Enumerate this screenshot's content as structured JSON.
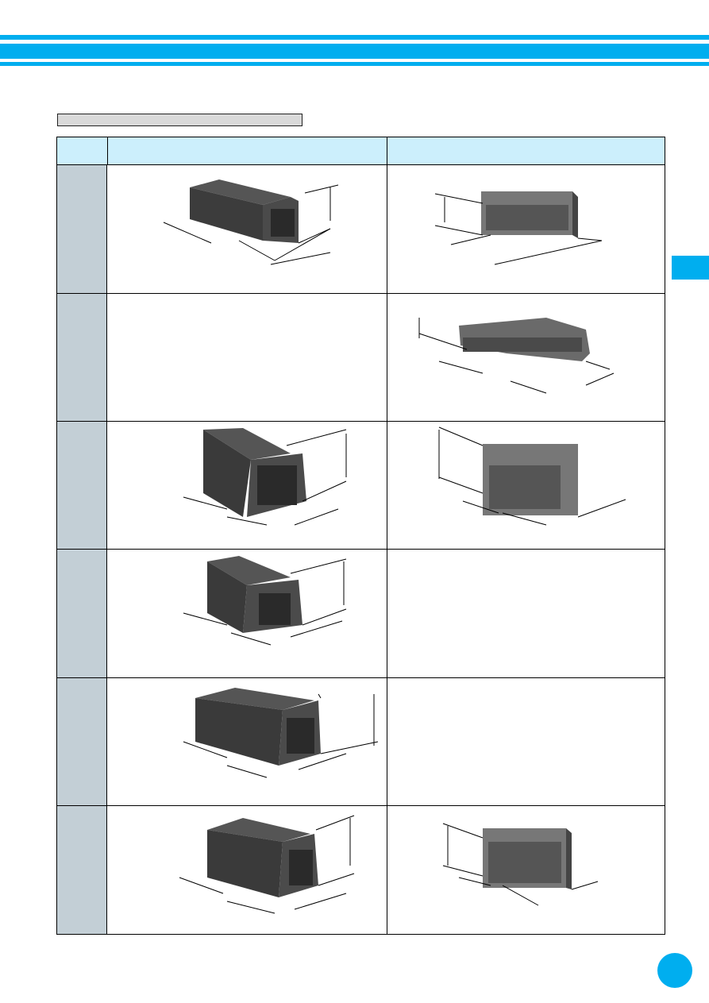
{
  "header": {
    "stripes": "banner",
    "accent_color": "#00aeef"
  },
  "table": {
    "header_bg": "#cceffc",
    "label_bg": "#c3cfd6",
    "rows": [
      {
        "plug": "connector-plug",
        "receptacle": "connector-receptacle"
      },
      {
        "plug": "",
        "receptacle": "connector-receptacle-flat"
      },
      {
        "plug": "connector-plug",
        "receptacle": "connector-receptacle"
      },
      {
        "plug": "connector-plug",
        "receptacle": ""
      },
      {
        "plug": "connector-plug",
        "receptacle": ""
      },
      {
        "plug": "connector-plug",
        "receptacle": "connector-receptacle"
      }
    ]
  }
}
